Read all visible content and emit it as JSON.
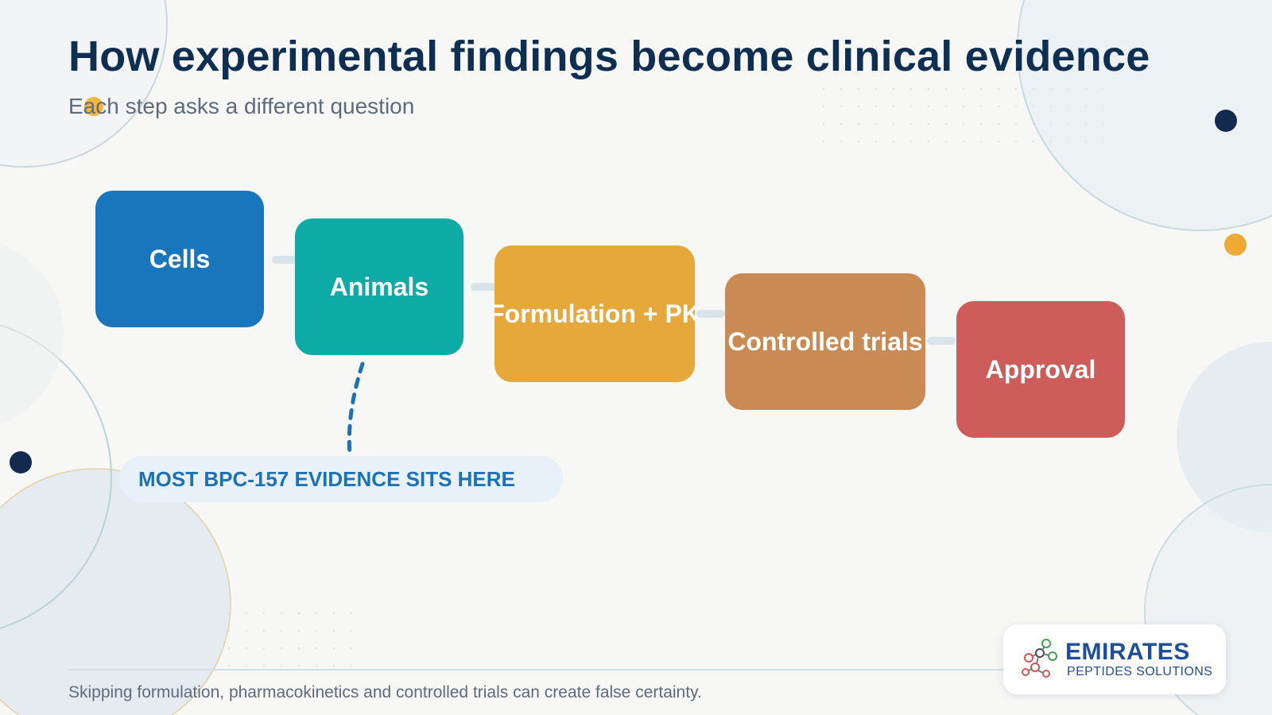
{
  "header": {
    "title": "How experimental findings become clinical evidence",
    "subtitle": "Each step asks a different question"
  },
  "steps": [
    {
      "label": "Cells",
      "color": "#1976bd"
    },
    {
      "label": "Animals",
      "color": "#0daaa6"
    },
    {
      "label": "Formulation + PK",
      "color": "#e6a83a"
    },
    {
      "label": "Controlled trials",
      "color": "#c98b53"
    },
    {
      "label": "Approval",
      "color": "#cd5c5a"
    }
  ],
  "callout": {
    "text": "MOST BPC-157 EVIDENCE SITS HERE",
    "color": "#1c72b8",
    "points_to": "Animals"
  },
  "footer": {
    "note": "Skipping formulation, pharmacokinetics and controlled trials can create false certainty."
  },
  "logo": {
    "name": "EMIRATES",
    "tagline": "PEPTIDES SOLUTIONS",
    "icon": "molecule-icon"
  }
}
